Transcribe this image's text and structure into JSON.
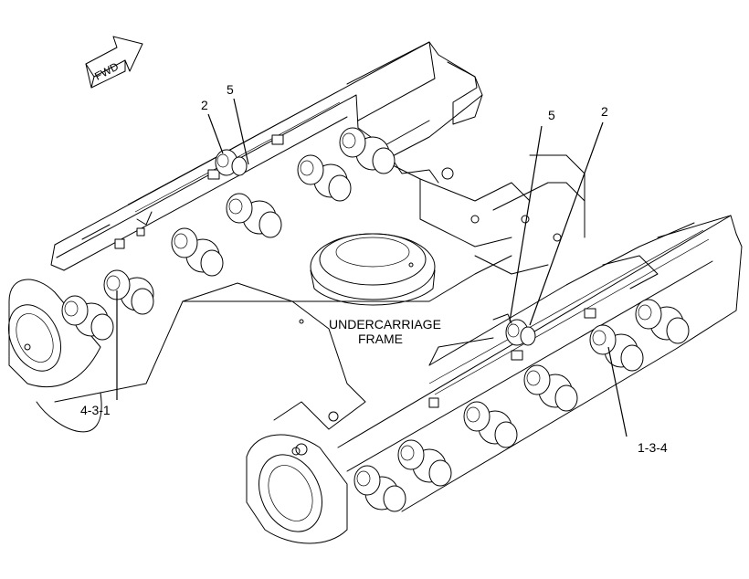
{
  "labels": {
    "fwd": "FWD",
    "frame_line1": "UNDERCARRIAGE",
    "frame_line2": "FRAME",
    "callout_2_left": "2",
    "callout_5_left": "5",
    "callout_5_right": "5",
    "callout_2_right": "2",
    "callout_431": "4-3-1",
    "callout_134": "1-3-4"
  }
}
